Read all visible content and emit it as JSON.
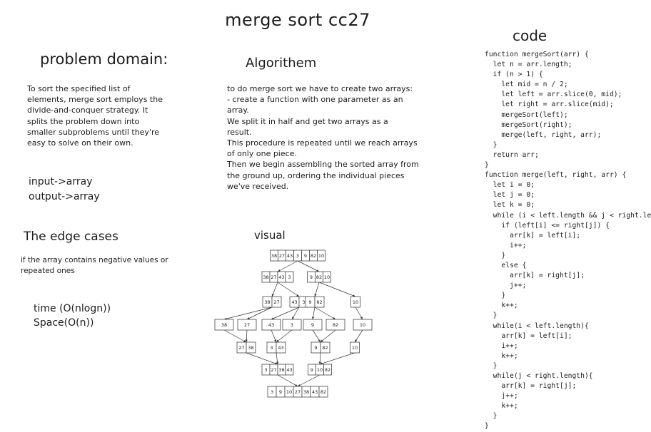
{
  "title": "merge sort cc27",
  "problem": {
    "heading": "problem domain:",
    "text": "To sort the specified list of\nelements, merge sort employs the\ndivide-and-conquer strategy. It\nsplits the problem down into\nsmaller subproblems until they're\neasy to solve on their own.",
    "input": "input->array",
    "output": "output->array"
  },
  "algorithm": {
    "heading": "Algorithem",
    "text": "to do merge sort we have to create two arrays:\n- create a function with one parameter as an\narray.\nWe split it in half and get two arrays as a\nresult.\nThis procedure is repeated until we reach arrays\nof only one piece.\nThen we begin assembling the sorted array from\nthe ground up, ordering the individual pieces\nwe've received."
  },
  "edge_cases": {
    "heading": "The edge cases",
    "text": "if the array contains negative values or repeated ones"
  },
  "complexity": {
    "time": "time (O(nlogn))",
    "space": "Space(O(n))"
  },
  "visual": {
    "heading": "visual",
    "levels": [
      [
        [
          "38",
          "27",
          "43",
          "3",
          "9",
          "82",
          "10"
        ]
      ],
      [
        [
          "38",
          "27",
          "43",
          "3"
        ],
        [
          "9",
          "82",
          "10"
        ]
      ],
      [
        [
          "38",
          "27"
        ],
        [
          "43",
          "3"
        ],
        [
          "9",
          "82"
        ],
        [
          "10"
        ]
      ],
      [
        [
          "38"
        ],
        [
          "27"
        ],
        [
          "43"
        ],
        [
          "3"
        ],
        [
          "9"
        ],
        [
          "82"
        ],
        [
          "10"
        ]
      ],
      [
        [
          "27",
          "38"
        ],
        [
          "3",
          "43"
        ],
        [
          "9",
          "82"
        ],
        [
          "10"
        ]
      ],
      [
        [
          "3",
          "27",
          "38",
          "43"
        ],
        [
          "9",
          "10",
          "82"
        ]
      ],
      [
        [
          "3",
          "9",
          "10",
          "27",
          "38",
          "43",
          "82"
        ]
      ]
    ]
  },
  "code": {
    "heading": "code",
    "lines": [
      "function mergeSort(arr) {",
      "  let n = arr.length;",
      "  if (n > 1) {",
      "    let mid = n / 2;",
      "    let left = arr.slice(0, mid);",
      "    let right = arr.slice(mid);",
      "    mergeSort(left);",
      "    mergeSort(right);",
      "    merge(left, right, arr);",
      "  }",
      "  return arr;",
      "}",
      "function merge(left, right, arr) {",
      "  let i = 0;",
      "  let j = 0;",
      "  let k = 0;",
      "  while (i < left.length && j < right.length) {",
      "    if (left[i] <= right[j]) {",
      "      arr[k] = left[i];",
      "      i++;",
      "    }",
      "    else {",
      "      arr[k] = right[j];",
      "      j++;",
      "    }",
      "    k++;",
      "  }",
      "  while(i < left.length){",
      "    arr[k] = left[i];",
      "    i++;",
      "    k++;",
      "  }",
      "  while(j < right.length){",
      "    arr[k] = right[j];",
      "    j++;",
      "    k++;",
      "  }",
      "}"
    ]
  }
}
